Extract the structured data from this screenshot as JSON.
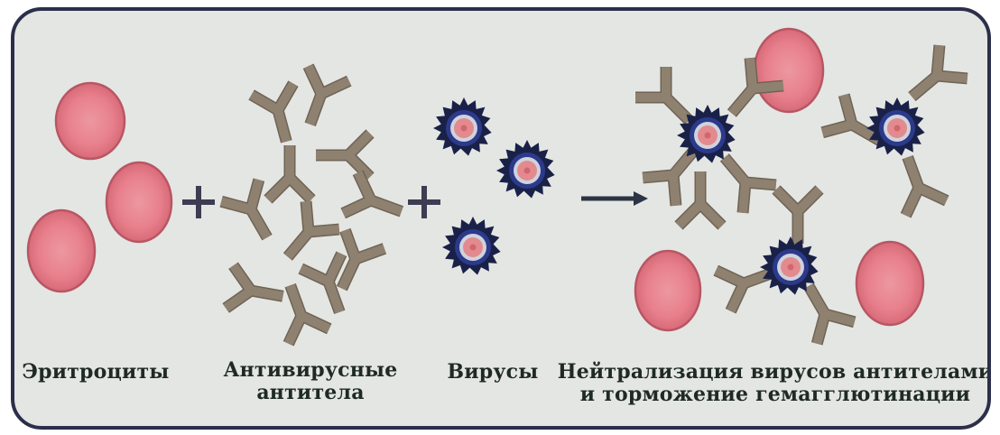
{
  "labels": {
    "erythrocytes": "Эритроциты",
    "antibodies": [
      "Антивирусные",
      "антитела"
    ],
    "viruses": "Вирусы",
    "result": [
      "Нейтрализация вирусов антителами",
      "и торможение гемагглютинации"
    ]
  },
  "operators": {
    "plus_1": "+",
    "plus_2": "+"
  },
  "colors": {
    "background": "#e4e6e3",
    "border": "#2c2f4a",
    "erythrocyte_fill": "#e8808c",
    "erythrocyte_core": "#ec98a0",
    "erythrocyte_edge": "#b85664",
    "antibody": "#8f8170",
    "antibody_edge": "#6f6354",
    "virus_spikes": "#1a2148",
    "virus_ring": "#2c3a8c",
    "virus_core": "#e38a8f",
    "arrow": "#2c3445"
  },
  "icons": [
    "erythrocyte-icon",
    "antibody-icon",
    "virus-icon",
    "plus-sign-icon",
    "reaction-arrow-icon"
  ]
}
